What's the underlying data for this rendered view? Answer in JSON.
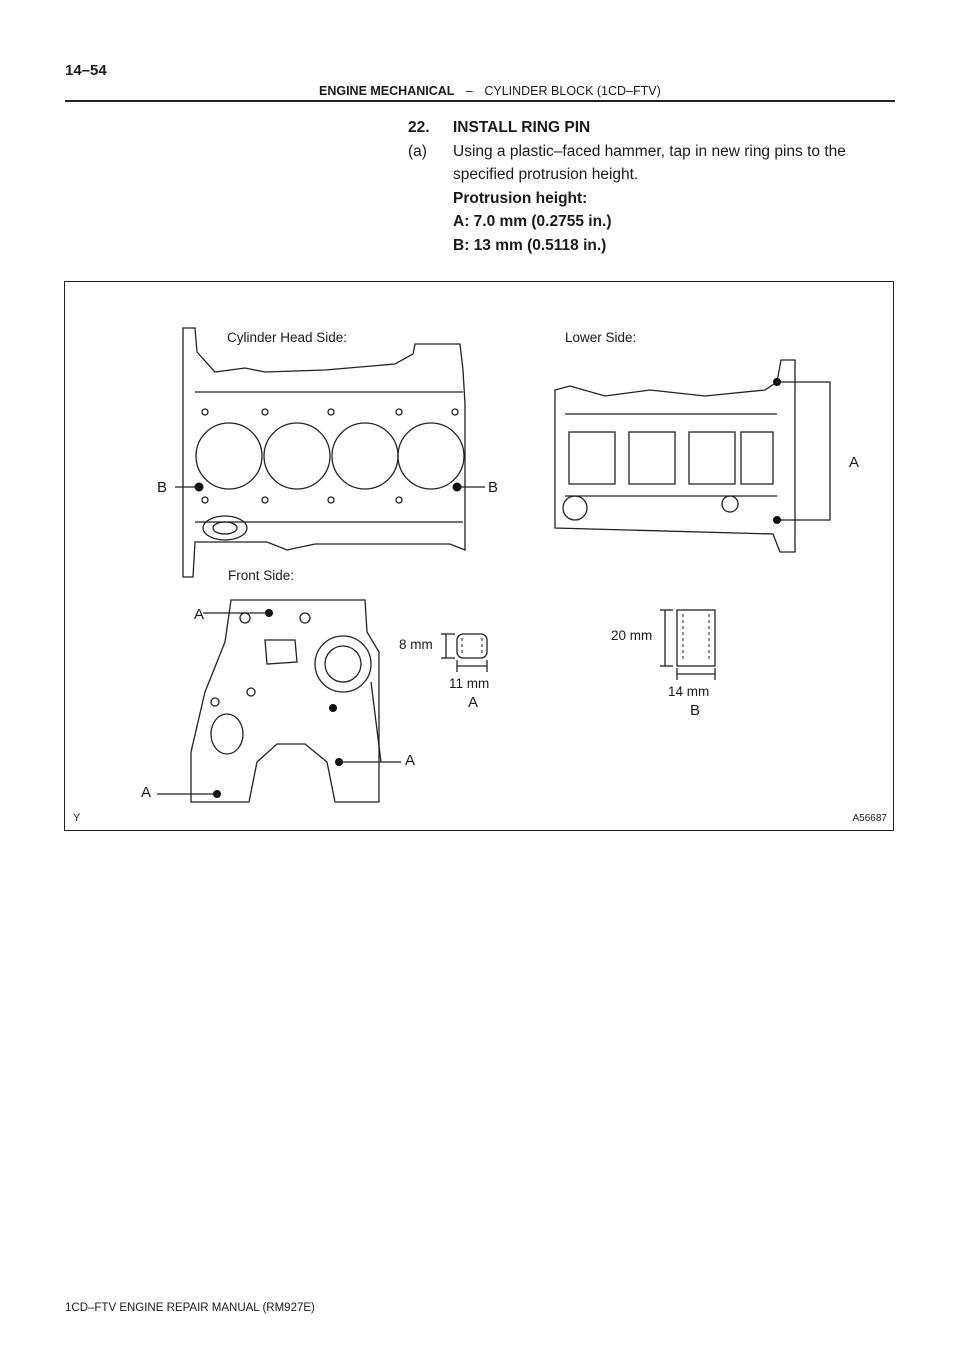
{
  "header": {
    "page_number": "14–54",
    "section": "ENGINE MECHANICAL",
    "separator": "–",
    "subsection": "CYLINDER BLOCK (1CD–FTV)"
  },
  "step": {
    "number": "22.",
    "title": "INSTALL RING PIN",
    "sub_letter": "(a)",
    "instruction_line1": "Using a plastic–faced hammer, tap in new ring pins to the",
    "instruction_line2": "specified protrusion height.",
    "spec_title": "Protrusion height:",
    "spec_a": "A: 7.0 mm (0.2755 in.)",
    "spec_b": "B: 13 mm (0.5118 in.)"
  },
  "figure": {
    "label_cylinder_head": "Cylinder Head Side:",
    "label_lower": "Lower Side:",
    "label_front": "Front Side:",
    "callout_b": "B",
    "callout_a": "A",
    "pin_a": {
      "height": "8 mm",
      "width": "11 mm",
      "letter": "A"
    },
    "pin_b": {
      "height": "20 mm",
      "width": "14 mm",
      "letter": "B"
    },
    "mark": "Y",
    "code": "A56687"
  },
  "footer": {
    "manual": "1CD–FTV ENGINE REPAIR MANUAL   (RM927E)"
  }
}
